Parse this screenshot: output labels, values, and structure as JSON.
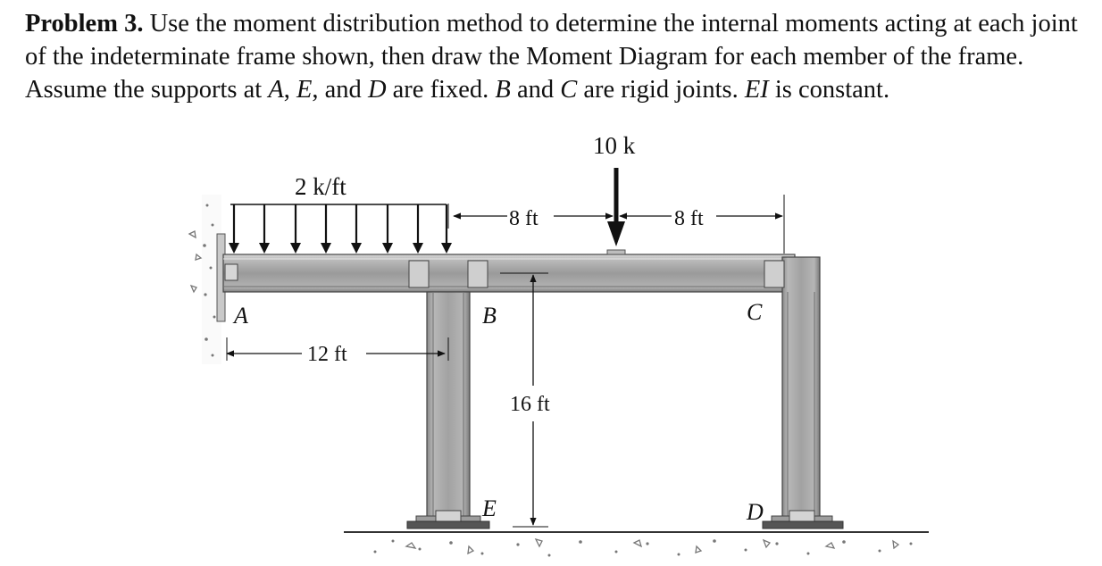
{
  "problem": {
    "number": "Problem 3.",
    "s1": " Use the moment distribution method to determine the internal moments acting at each joint of the indeterminate frame shown, then draw the Moment Diagram for each member of the frame. Assume the supports at ",
    "vA": "A",
    "s2": ", ",
    "vE": "E",
    "s3": ", and ",
    "vD": "D",
    "s4": " are fixed. ",
    "vB": "B",
    "s5": " and ",
    "vC": "C",
    "s6": " are rigid joints. ",
    "vEI": "EI",
    "s7": " is constant."
  },
  "figure": {
    "point_load": "10 k",
    "distributed_load": "2 k/ft",
    "dim_8ft_left": "8 ft",
    "dim_8ft_right": "8 ft",
    "dim_12ft": "12 ft",
    "dim_16ft": "16 ft",
    "label_A": "A",
    "label_B": "B",
    "label_C": "C",
    "label_D": "D",
    "label_E": "E"
  }
}
